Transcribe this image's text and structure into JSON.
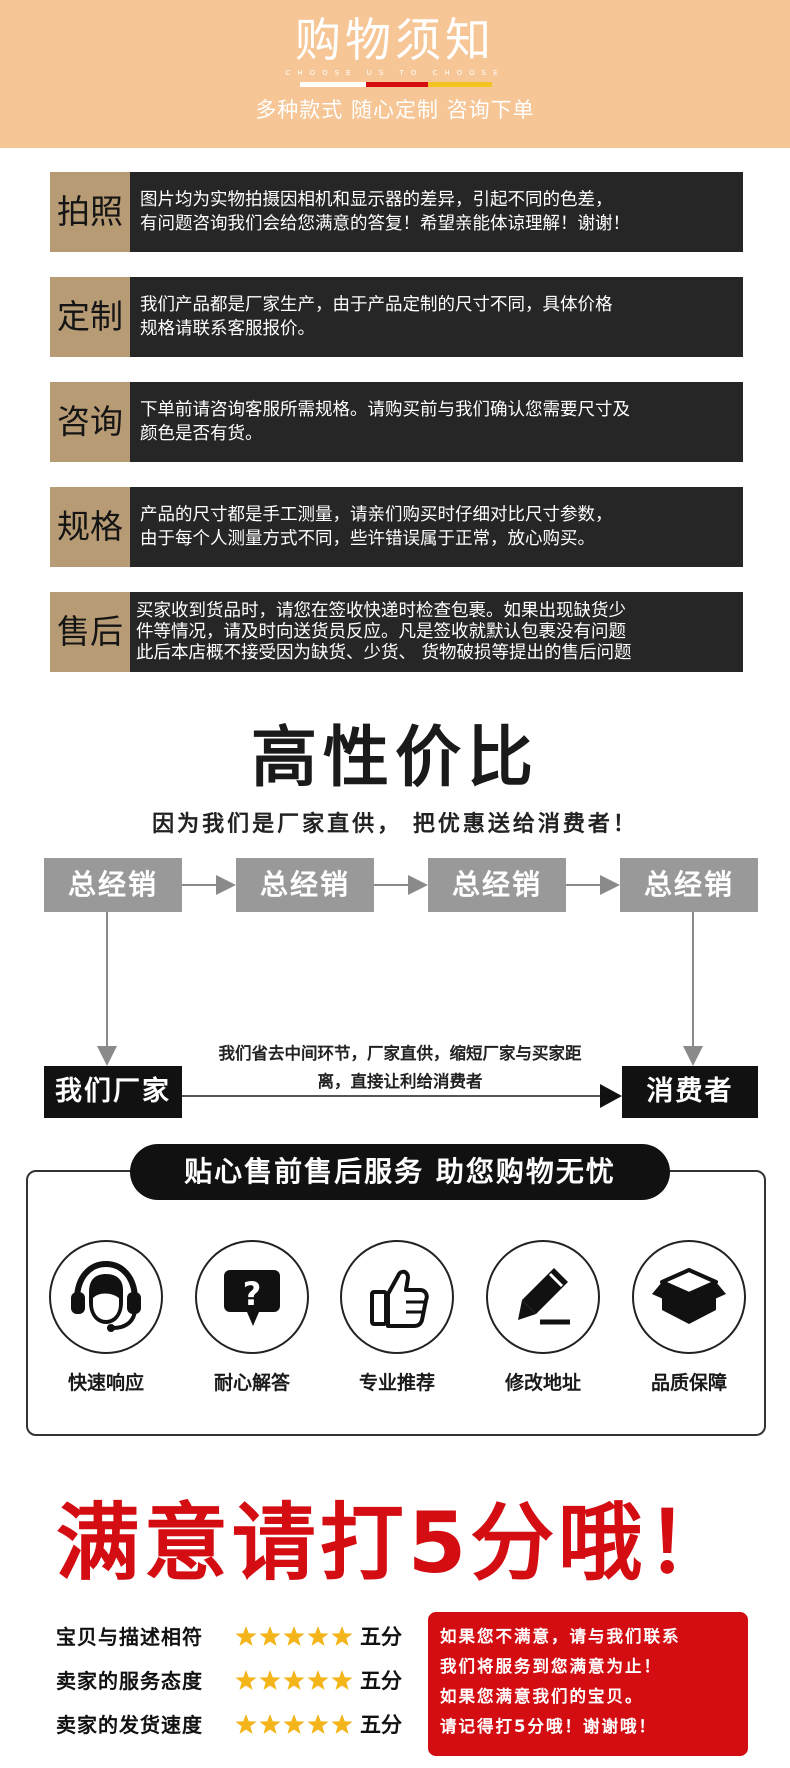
{
  "header": {
    "title": "购物须知",
    "small_text": "CHOOSE US TO CHOOSE",
    "subtitle": "多种款式 随心定制 咨询下单",
    "bar_colors": [
      "#ffffff",
      "#d40d12",
      "#f3c31f"
    ]
  },
  "notices": [
    {
      "label": "拍照",
      "lines": [
        "图片均为实物拍摄因相机和显示器的差异，引起不同的色差，",
        "有问题咨询我们会给您满意的答复！希望亲能体谅理解！谢谢！"
      ]
    },
    {
      "label": "定制",
      "lines": [
        "我们产品都是厂家生产，由于产品定制的尺寸不同，具体价格",
        "规格请联系客服报价。"
      ]
    },
    {
      "label": "咨询",
      "lines": [
        "下单前请咨询客服所需规格。请购买前与我们确认您需要尺寸及",
        "颜色是否有货。"
      ]
    },
    {
      "label": "规格",
      "lines": [
        "产品的尺寸都是手工测量，请亲们购买时仔细对比尺寸参数，",
        "由于每个人测量方式不同，些许错误属于正常，放心购买。"
      ]
    },
    {
      "label": "售后",
      "lines": [
        "买家收到货品时，请您在签收快递时检查包裹。如果出现缺货少",
        "件等情况，请及时向送货员反应。凡是签收就默认包裹没有问题",
        "此后本店概不接受因为缺货、少货、 货物破损等提出的售后问题"
      ]
    }
  ],
  "value": {
    "title": "高性价比",
    "subtitle": "因为我们是厂家直供， 把优惠送给消费者！",
    "flow_boxes": [
      "总经销",
      "总经销",
      "总经销",
      "总经销"
    ],
    "factory": "我们厂家",
    "consumer": "消费者",
    "note_lines": [
      "我们省去中间环节，厂家直供，缩短厂家与买家距",
      "离，直接让利给消费者"
    ]
  },
  "service": {
    "title": "贴心售前售后服务 助您购物无忧",
    "items": [
      {
        "label": "快速响应",
        "icon": "headset-icon"
      },
      {
        "label": "耐心解答",
        "icon": "question-bubble-icon"
      },
      {
        "label": "专业推荐",
        "icon": "thumbs-up-icon"
      },
      {
        "label": "修改地址",
        "icon": "pencil-icon"
      },
      {
        "label": "品质保障",
        "icon": "box-icon"
      }
    ]
  },
  "rating": {
    "title": "满意请打5分哦！",
    "rows": [
      {
        "label": "宝贝与描述相符",
        "score": "五分",
        "stars": 5
      },
      {
        "label": "卖家的服务态度",
        "score": "五分",
        "stars": 5
      },
      {
        "label": "卖家的发货速度",
        "score": "五分",
        "stars": 5
      }
    ],
    "box_lines": [
      "如果您不满意，请与我们联系",
      "我们将服务到您满意为止！",
      "如果您满意我们的宝贝。",
      "请记得打5分哦！谢谢哦！"
    ],
    "star_color": "#f3b51a"
  }
}
